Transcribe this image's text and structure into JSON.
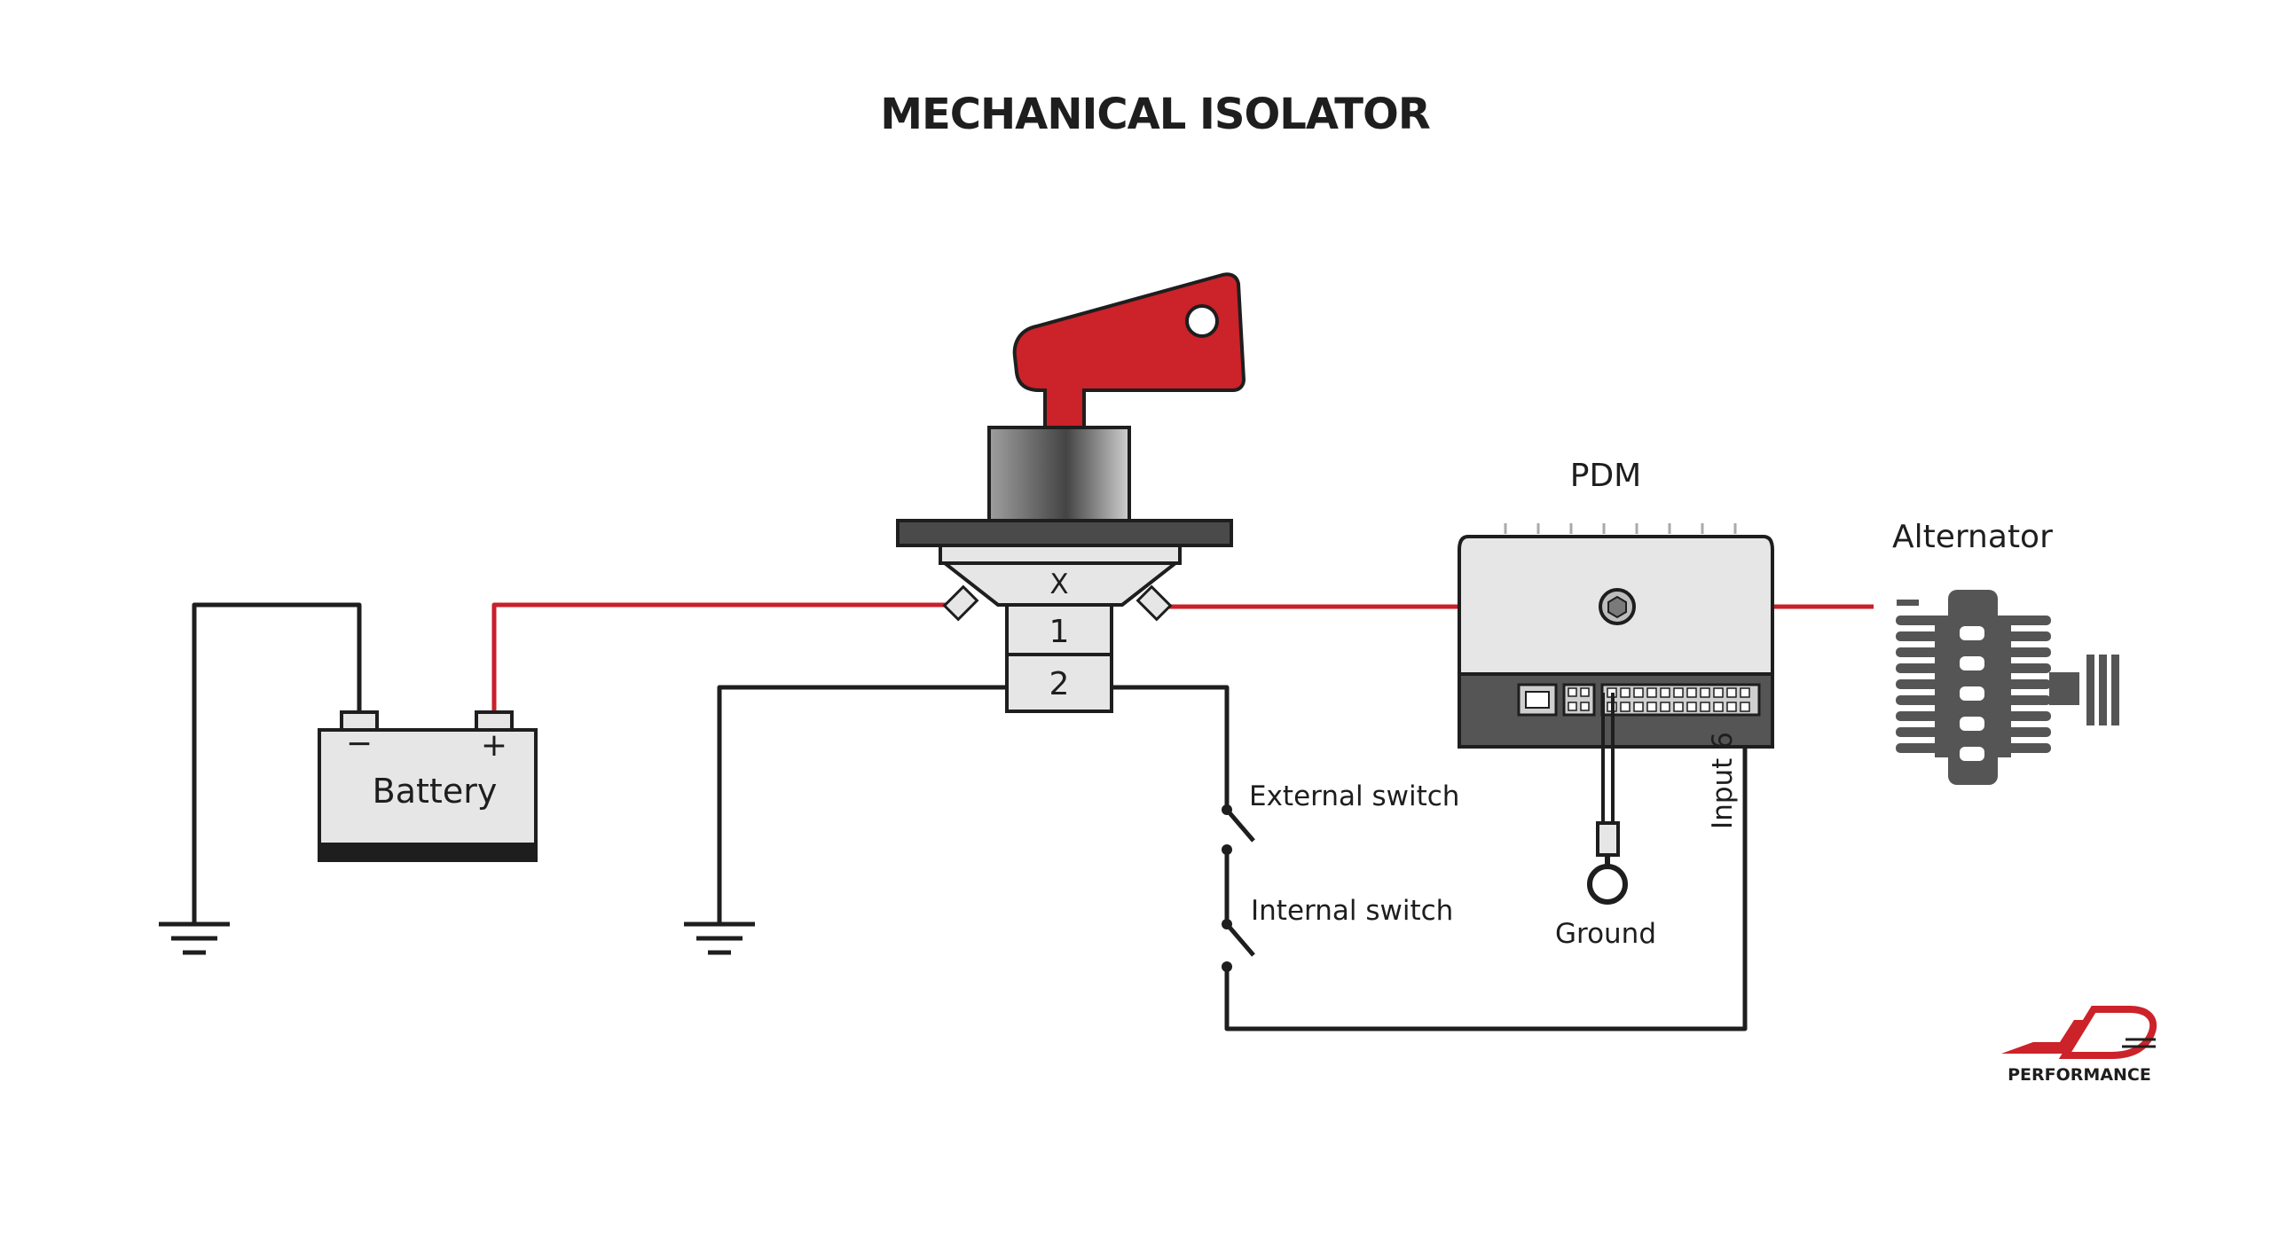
{
  "title": "MECHANICAL ISOLATOR",
  "battery": {
    "label": "Battery",
    "neg": "−",
    "pos": "+"
  },
  "isolator": {
    "term_x": "X",
    "term_1": "1",
    "term_2": "2"
  },
  "pdm": {
    "label": "PDM",
    "input_label": "Input 6",
    "ground_label": "Ground"
  },
  "alternator": {
    "label": "Alternator"
  },
  "switches": {
    "external": "External switch",
    "internal": "Internal switch"
  },
  "logo": {
    "sub": "PERFORMANCE"
  },
  "colors": {
    "power_wire": "#c8202a",
    "ground_wire": "#1e1e1e",
    "key": "#cc2229",
    "outline": "#1e1e1e"
  },
  "icons": [
    "ground-symbol-icon",
    "battery-icon",
    "isolator-key-icon",
    "pdm-unit-icon",
    "alternator-icon",
    "ring-terminal-icon",
    "switch-icon",
    "ld-logo-icon"
  ]
}
